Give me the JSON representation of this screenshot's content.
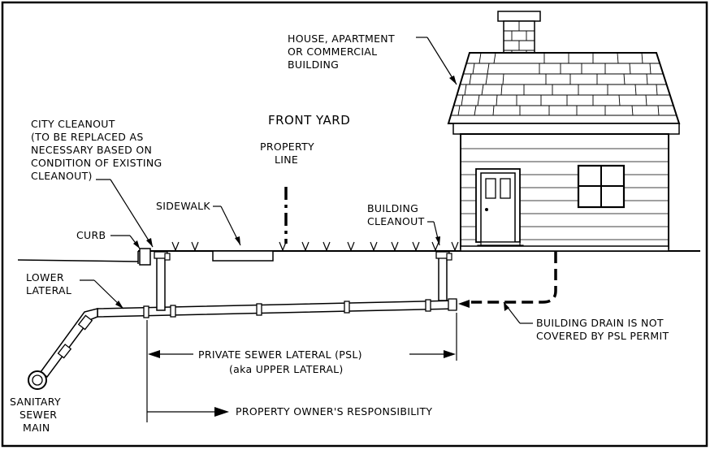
{
  "labels": {
    "front_yard": "FRONT YARD",
    "house_1": "HOUSE, APARTMENT",
    "house_2": "OR COMMERCIAL",
    "house_3": "BUILDING",
    "city_1": "CITY CLEANOUT",
    "city_2": "(TO BE REPLACED AS",
    "city_3": "NECESSARY BASED ON",
    "city_4": "CONDITION OF EXISTING",
    "city_5": "CLEANOUT)",
    "property_line_1": "PROPERTY",
    "property_line_2": "LINE",
    "sidewalk": "SIDEWALK",
    "curb": "CURB",
    "building_cleanout_1": "BUILDING",
    "building_cleanout_2": "CLEANOUT",
    "lower_lateral_1": "LOWER",
    "lower_lateral_2": "LATERAL",
    "drain_1": "BUILDING DRAIN IS NOT",
    "drain_2": "COVERED BY PSL PERMIT",
    "psl_1": "PRIVATE SEWER LATERAL (PSL)",
    "psl_2": "(aka UPPER LATERAL)",
    "owner": "PROPERTY OWNER'S RESPONSIBILITY",
    "main_1": "SANITARY",
    "main_2": "SEWER",
    "main_3": "MAIN"
  }
}
